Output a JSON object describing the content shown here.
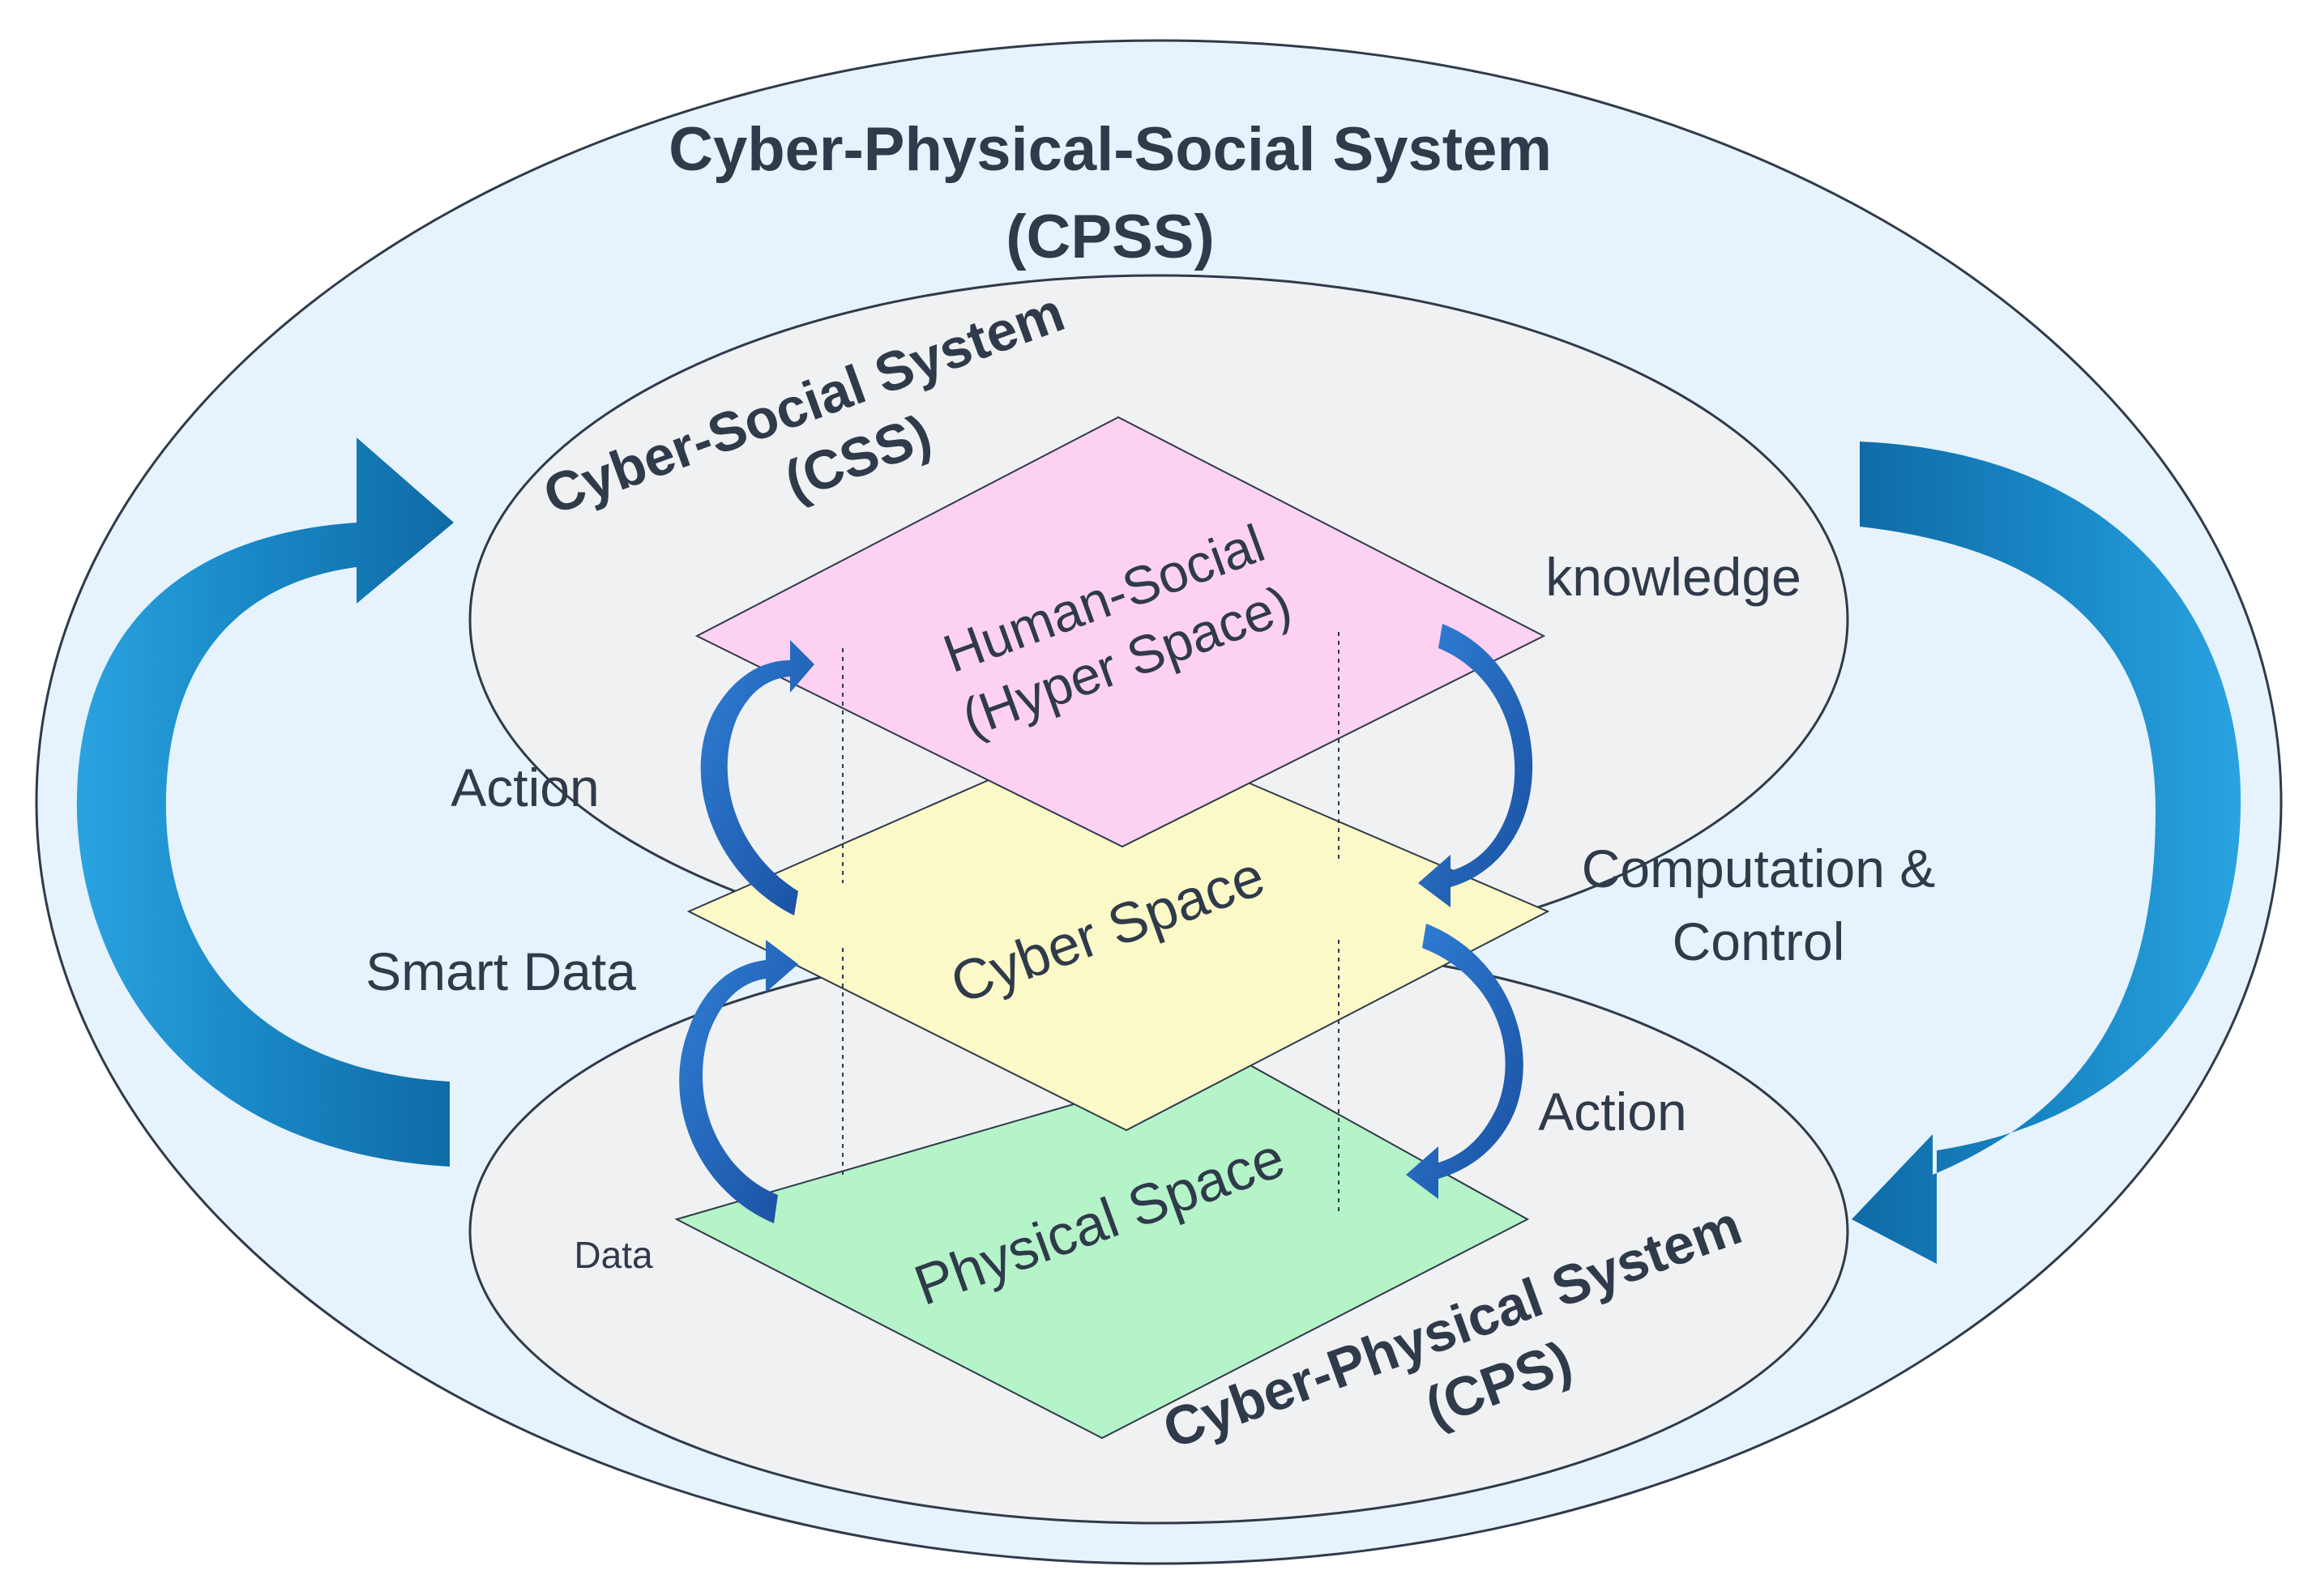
{
  "title": {
    "line1": "Cyber-Physical-Social System",
    "line2": "(CPSS)"
  },
  "css_system": {
    "line1": "Cyber-Social System",
    "line2": "(CSS)"
  },
  "cps_system": {
    "line1": "Cyber-Physical System",
    "line2": "(CPS)"
  },
  "layers": {
    "human_social": {
      "line1": "Human-Social",
      "line2": "(Hyper Space)",
      "color": "#fdd1f2"
    },
    "cyber": {
      "line1": "Cyber Space",
      "color": "#fbf9c8"
    },
    "physical": {
      "line1": "Physical Space",
      "color": "#b5f3c8"
    }
  },
  "flows": {
    "knowledge": "knowledge",
    "action_left": "Action",
    "smart_data": "Smart Data",
    "data": "Data",
    "computation_line1": "Computation &",
    "computation_line2": "Control",
    "action_right": "Action"
  },
  "colors": {
    "outer_fill": "#e6f3fc",
    "inner_fill": "#f0f1f3",
    "stroke": "#2f3a4a",
    "big_arrow": "#1f8fd0",
    "small_arrow": "#1f5fb5"
  }
}
